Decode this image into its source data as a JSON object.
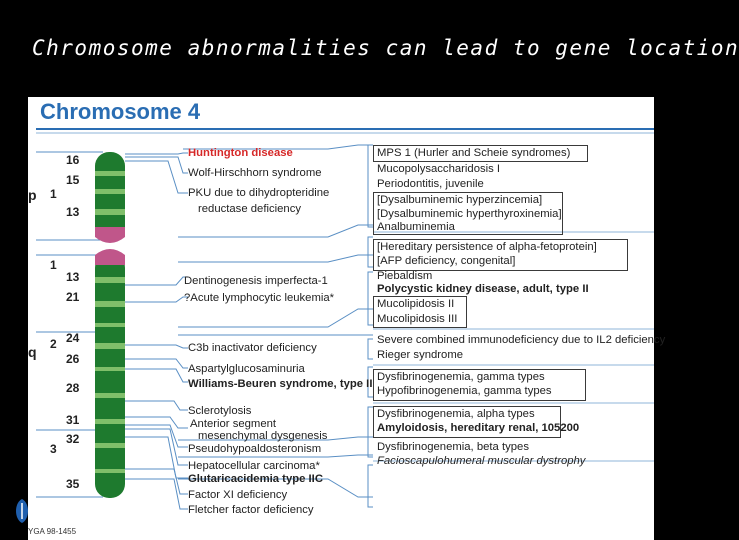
{
  "slide": {
    "title": "Chromosome abnormalities can lead to gene location"
  },
  "figure": {
    "title": "Chromosome 4",
    "code": "YGA 98-1455",
    "arms": {
      "p": "p",
      "q": "q"
    },
    "region_numbers": [
      "1",
      "1",
      "2",
      "3"
    ],
    "bands": [
      "16",
      "15",
      "13",
      "13",
      "21",
      "24",
      "26",
      "28",
      "31",
      "32",
      "35"
    ],
    "left_labels": [
      "Huntington disease",
      "Wolf-Hirschhorn syndrome",
      "PKU due to dihydropteridine",
      "reductase deficiency",
      "Dentinogenesis imperfecta-1",
      "?Acute lymphocytic leukemia*",
      "C3b inactivator deficiency",
      "Aspartylglucosaminuria",
      "Williams-Beuren syndrome, type II",
      "Sclerotylosis",
      "Anterior segment",
      "mesenchymal dysgenesis",
      "Pseudohypoaldosteronism",
      "Hepatocellular carcinoma*",
      "Glutaricacidemia type IIC",
      "Factor XI deficiency",
      "Fletcher factor deficiency"
    ],
    "right_labels": [
      "MPS 1 (Hurler and Scheie syndromes)",
      "Mucopolysaccharidosis I",
      "Periodontitis, juvenile",
      "[Dysalbuminemic hyperzincemia]",
      "[Dysalbuminemic hyperthyroxinemia]",
      "Analbuminemia",
      "[Hereditary persistence of alpha-fetoprotein]",
      "[AFP deficiency, congenital]",
      "Piebaldism",
      "Polycystic kidney disease, adult, type II",
      "Mucolipidosis II",
      "Mucolipidosis III",
      "Severe combined immunodeficiency due to IL2 deficiency",
      "Rieger syndrome",
      "Dysfibrinogenemia, gamma types",
      "Hypofibrinogenemia, gamma types",
      "Dysfibrinogenemia, alpha types",
      "Amyloidosis, hereditary renal, 105200",
      "Dysfibrinogenemia, beta types",
      "Facioscapulohumeral muscular dystrophy"
    ],
    "colors": {
      "chromosome": "#1e7a2e",
      "light_band": "#7fbf6a",
      "centromere": "#c0568a",
      "accent": "#2a6db3",
      "highlight": "#d62828"
    }
  }
}
